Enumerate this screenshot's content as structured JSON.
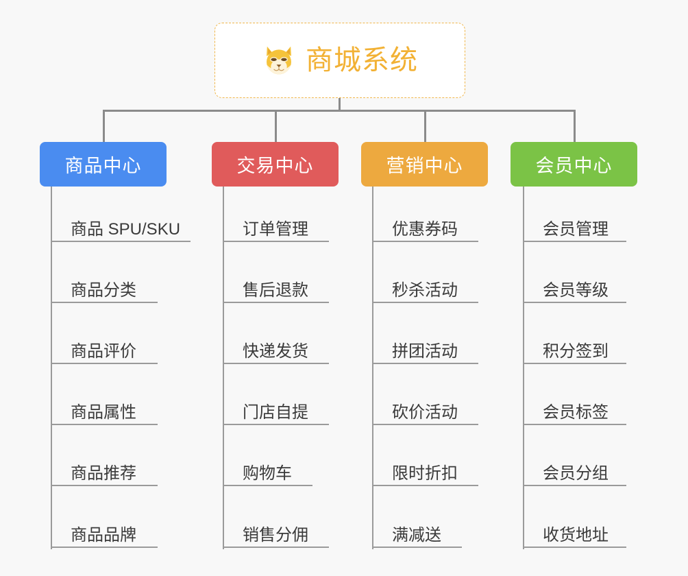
{
  "diagram": {
    "background_color": "#f8f8f8",
    "connector_color": "#8b8b8b",
    "root": {
      "title": "商城系统",
      "icon": "shiba-dog-icon",
      "text_color": "#f2b134",
      "border_color": "#f0b64a",
      "background_color": "#ffffff"
    },
    "branches": [
      {
        "title": "商品中心",
        "color": "#4a8cf0",
        "items": [
          "商品 SPU/SKU",
          "商品分类",
          "商品评价",
          "商品属性",
          "商品推荐",
          "商品品牌"
        ]
      },
      {
        "title": "交易中心",
        "color": "#e05b5b",
        "items": [
          "订单管理",
          "售后退款",
          "快递发货",
          "门店自提",
          "购物车",
          "销售分佣"
        ]
      },
      {
        "title": "营销中心",
        "color": "#eda93f",
        "items": [
          "优惠券码",
          "秒杀活动",
          "拼团活动",
          "砍价活动",
          "限时折扣",
          "满减送"
        ]
      },
      {
        "title": "会员中心",
        "color": "#7bc346",
        "items": [
          "会员管理",
          "会员等级",
          "积分签到",
          "会员标签",
          "会员分组",
          "收货地址"
        ]
      }
    ]
  }
}
